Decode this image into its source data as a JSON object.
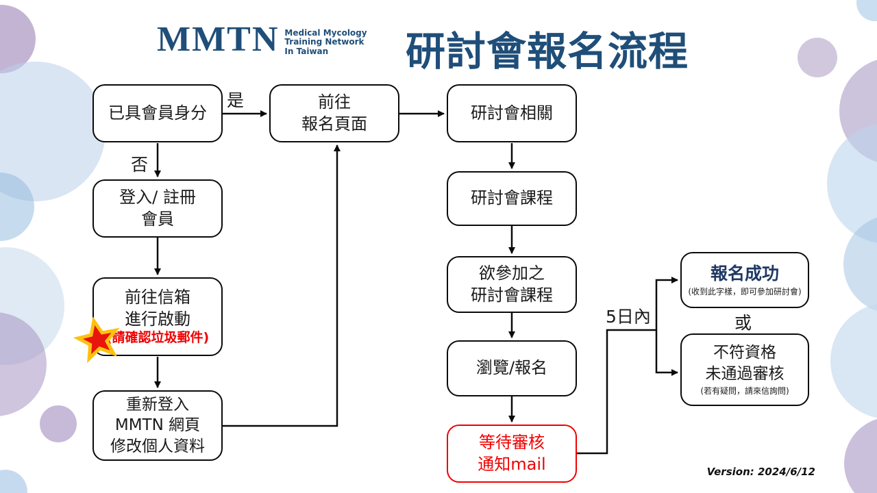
{
  "logo": {
    "acronym": "MMTN",
    "tagline_lines": [
      "Medical Mycology",
      "Training Network",
      "In Taiwan"
    ]
  },
  "title": "研討會報名流程",
  "flow_labels": {
    "yes": "是",
    "no": "否",
    "within_5_days": "5日內",
    "or": "或"
  },
  "nodes": {
    "member_status": {
      "lines": [
        "已具會員身分"
      ]
    },
    "goto_registration": {
      "lines": [
        "前往",
        "報名頁面"
      ]
    },
    "seminar_related": {
      "lines": [
        "研討會相關"
      ]
    },
    "login_register": {
      "lines": [
        "登入/ 註冊",
        "會員"
      ]
    },
    "activate_email": {
      "lines": [
        "前往信箱",
        "進行啟動"
      ],
      "note": "(請確認垃圾郵件)"
    },
    "relogin": {
      "lines": [
        "重新登入",
        "MMTN 網頁",
        "修改個人資料"
      ]
    },
    "seminar_courses": {
      "lines": [
        "研討會課程"
      ]
    },
    "course_to_join": {
      "lines": [
        "欲參加之",
        "研討會課程"
      ]
    },
    "browse_register": {
      "lines": [
        "瀏覽/報名"
      ]
    },
    "wait_review": {
      "lines": [
        "等待審核",
        "通知mail"
      ]
    },
    "success": {
      "title": "報名成功",
      "note": "(收到此字樣，即可參加研討會)"
    },
    "rejected": {
      "lines": [
        "不符資格",
        "未通過審核"
      ],
      "note": "(若有疑問，請來信詢問)"
    }
  },
  "version": "Version: 2024/6/12",
  "colors": {
    "brand_blue": "#1F4E79",
    "success_navy": "#1F3864",
    "alert_red": "#F00000",
    "line_black": "#0a0a0a",
    "bubble_blue": "#9DC3E6",
    "bubble_lavender": "#9F86B8"
  }
}
